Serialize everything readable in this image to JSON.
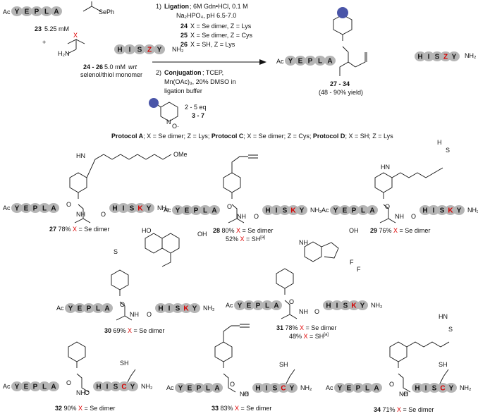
{
  "reagent_23": {
    "prefix": "Ac",
    "beads": [
      "Y",
      "E",
      "P",
      "L",
      "A"
    ],
    "suffix": "SePh",
    "label_num": "23",
    "label_conc": "5.25 mM"
  },
  "reagent_24": {
    "var_atom": "X",
    "amine": "H₂N",
    "beads": [
      "H",
      "I",
      "S",
      "Z",
      "Y"
    ],
    "end": "NH₂",
    "label_nums": "24 - 26",
    "label_conc": "5.0 mM",
    "label_wrt": "wrt",
    "label_sub": "selenol/thiol monomer"
  },
  "plus": "+",
  "conditions": {
    "step1_num": "1)",
    "step1_name": "Ligation",
    "step1_text": "; 6M Gdn•HCl, 0.1 M",
    "step1_line2": "Na₂HPO₄, pH 6.5-7.0",
    "row24_num": "24",
    "row24_text": "X = Se dimer, Z = Lys",
    "row25_num": "25",
    "row25_text": "X = Se dimer, Z = Cys",
    "row26_num": "26",
    "row26_text": "X = SH, Z = Lys",
    "step2_num": "2)",
    "step2_name": "Conjugation",
    "step2_text": "; TCEP,",
    "step2_line2": "Mn(OAc)₃, 20% DMSO in",
    "step2_line3": "ligation buffer",
    "eq": "2 - 5 eq",
    "reagent_nums": "3 - 7",
    "nitroxide": "N",
    "oxy": "O·"
  },
  "product": {
    "label_nums": "27 - 34",
    "yield": "(48 - 90% yield)",
    "beads1": [
      "Y",
      "E",
      "P",
      "L",
      "A"
    ],
    "beads2": [
      "H",
      "I",
      "S",
      "Z",
      "Y"
    ],
    "prefix": "Ac",
    "end": "NH₂"
  },
  "protocols": {
    "a_name": "Protocol A",
    "a_text": "; X = Se dimer; Z = Lys; ",
    "c_name": "Protocol C",
    "c_text": "; X = Se dimer; Z = Cys; ",
    "d_name": "Protocol D",
    "d_text": "; X = SH; Z = Lys"
  },
  "compounds": [
    {
      "num": "27",
      "yield": "78%",
      "x": "X",
      "desc": "= Se dimer",
      "mark": "K",
      "substituent": "OMe"
    },
    {
      "num": "28",
      "yield": "80%",
      "x": "X",
      "desc": "= Se dimer",
      "mark": "K",
      "alt_yield": "52%",
      "alt_desc": "= SH",
      "note": "[a]"
    },
    {
      "num": "29",
      "yield": "76%",
      "x": "X",
      "desc": "= Se dimer",
      "mark": "K"
    },
    {
      "num": "30",
      "yield": "69%",
      "x": "X",
      "desc": "= Se dimer",
      "mark": "K"
    },
    {
      "num": "31",
      "yield": "78%",
      "x": "X",
      "desc": "= Se dimer",
      "mark": "K",
      "alt_yield": "48%",
      "alt_desc": "= SH",
      "note": "[a]"
    },
    {
      "num": "32",
      "yield": "90%",
      "x": "X",
      "desc": "= Se dimer",
      "mark": "C"
    },
    {
      "num": "33",
      "yield": "83%",
      "x": "X",
      "desc": "= Se dimer",
      "mark": "C"
    },
    {
      "num": "34",
      "yield": "71%",
      "x": "X",
      "desc": "= Se dimer",
      "mark": "C"
    }
  ],
  "common": {
    "prefix": "Ac",
    "beads1": [
      "Y",
      "E",
      "P",
      "L",
      "A"
    ],
    "beads2_pre": [
      "H",
      "I",
      "S"
    ],
    "beads2_post": [
      "Y"
    ],
    "end": "NH₂",
    "sh": "SH",
    "oh": "OH",
    "ho": "HO",
    "hn": "HN",
    "nh": "NH",
    "n": "N",
    "o": "O",
    "s": "S",
    "f": "F",
    "h": "H",
    "nh2": "NH₂"
  },
  "colors": {
    "bead": "#b5b5b5",
    "red": "#e00000",
    "ball": "#4a55a8"
  }
}
